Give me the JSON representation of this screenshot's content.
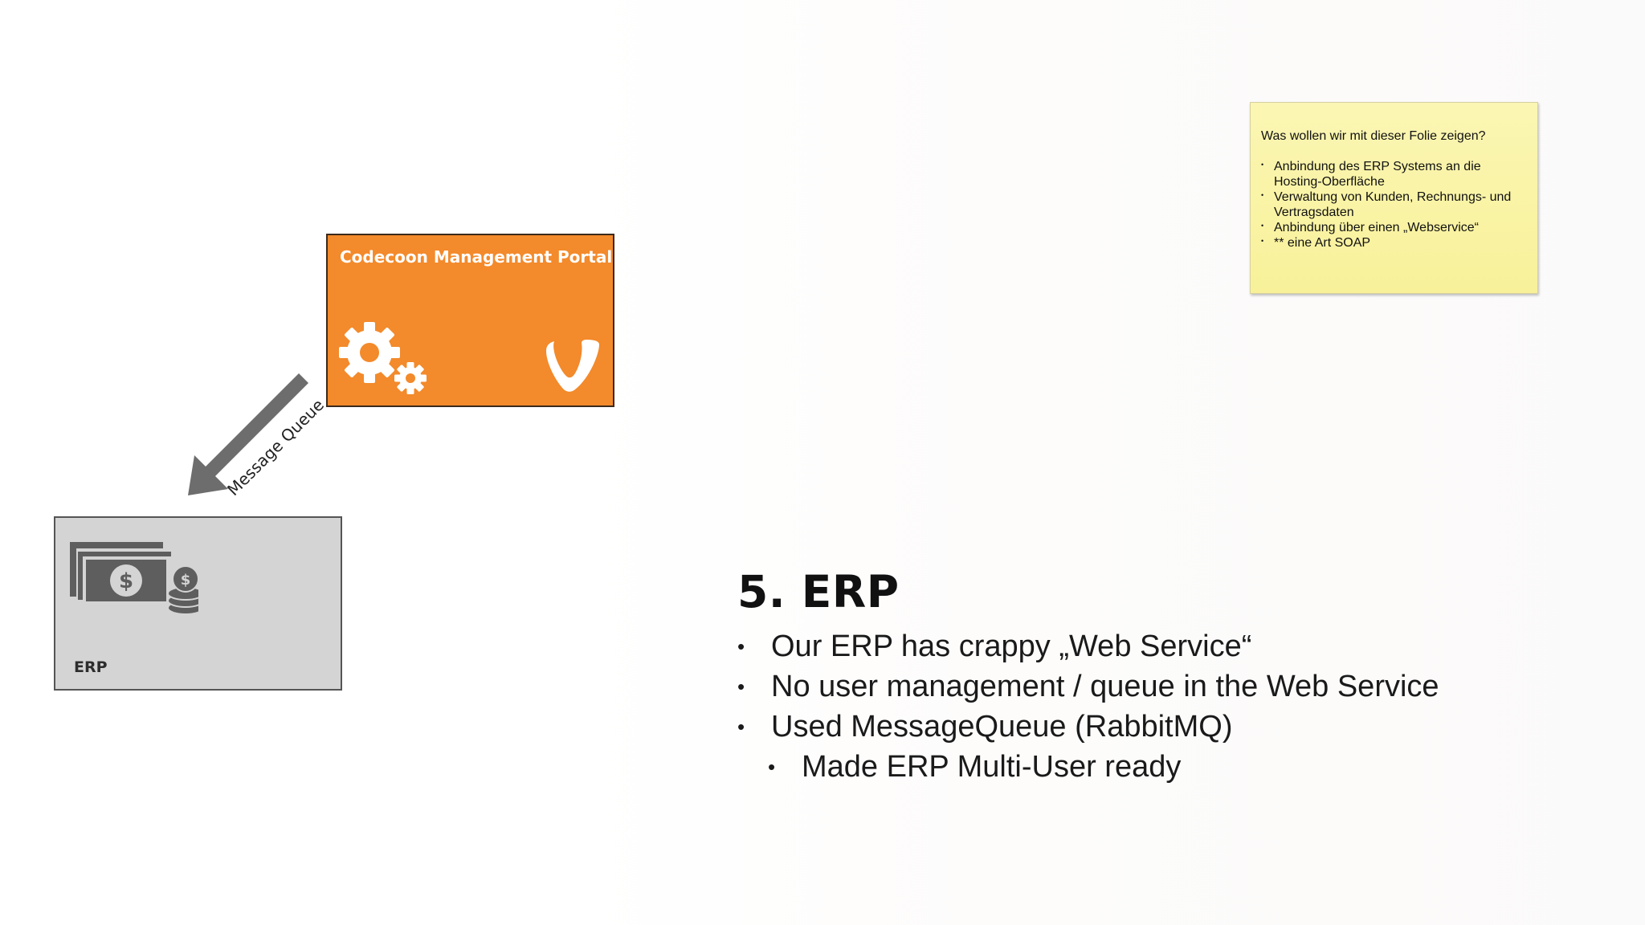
{
  "portal": {
    "title": "Codecoon Management Portal",
    "icons": [
      "gears-icon",
      "typo3-logo-icon"
    ],
    "color": "#f38a2b"
  },
  "connection": {
    "label": "Message Queue",
    "color": "#6d6d6d"
  },
  "erp_box": {
    "label": "ERP",
    "icon": "money-icon",
    "color": "#d4d4d4"
  },
  "sticky_note": {
    "heading": "Was wollen wir mit dieser Folie zeigen?",
    "items": [
      "Anbindung des ERP Systems an die Hosting-Oberfläche",
      "Verwaltung von Kunden, Rechnungs- und Vertragsdaten",
      "Anbindung über einen „Webservice“",
      "** eine Art SOAP"
    ],
    "color": "#f8f19a"
  },
  "slide": {
    "title": "5. ERP",
    "bullets": [
      "Our ERP has crappy „Web Service“",
      "No user management / queue in the Web Service",
      "Used MessageQueue (RabbitMQ)"
    ],
    "sub_bullets": [
      "Made ERP Multi-User ready"
    ]
  }
}
